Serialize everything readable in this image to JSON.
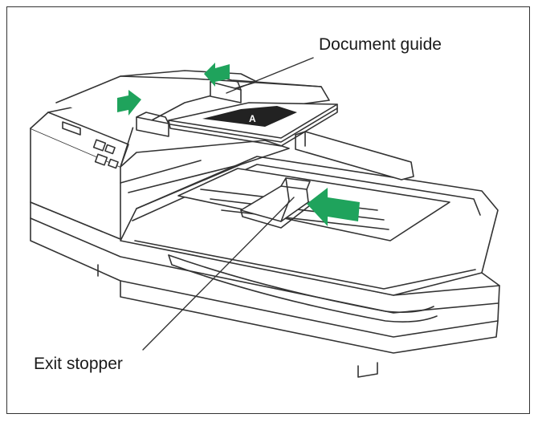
{
  "figure": {
    "callouts": {
      "document_guide": "Document guide",
      "exit_stopper": "Exit stopper"
    },
    "document_mark": "A",
    "colors": {
      "arrow": "#1fa35c",
      "line": "#333333",
      "frame": "#333333",
      "background": "#ffffff"
    },
    "icons": [
      "slide-in-arrow-icon",
      "slide-out-arrow-icon",
      "push-arrow-icon"
    ]
  }
}
